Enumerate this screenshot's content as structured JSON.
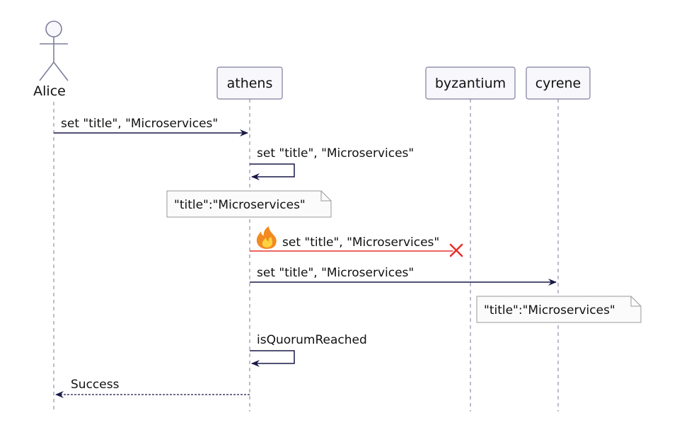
{
  "actor": {
    "name": "Alice"
  },
  "participants": [
    {
      "name": "athens"
    },
    {
      "name": "byzantium"
    },
    {
      "name": "cyrene"
    }
  ],
  "messages": [
    {
      "label": "set \"title\", \"Microservices\""
    },
    {
      "label": "set \"title\", \"Microservices\""
    },
    {
      "label": "set \"title\", \"Microservices\"",
      "icon": "fire-icon",
      "status": "failed"
    },
    {
      "label": "set \"title\", \"Microservices\""
    },
    {
      "label": "isQuorumReached"
    },
    {
      "label": "Success"
    }
  ],
  "notes": [
    {
      "text": "\"title\":\"Microservices\""
    },
    {
      "text": "\"title\":\"Microservices\""
    }
  ],
  "colors": {
    "participant_fill": "#F7F7FC",
    "participant_border": "#7E7E9C",
    "arrow": "#181848",
    "failed_arrow": "#E8302A",
    "note_fill": "#FBFBFB",
    "note_border": "#999999",
    "lifeline": "#7A7A9A"
  }
}
